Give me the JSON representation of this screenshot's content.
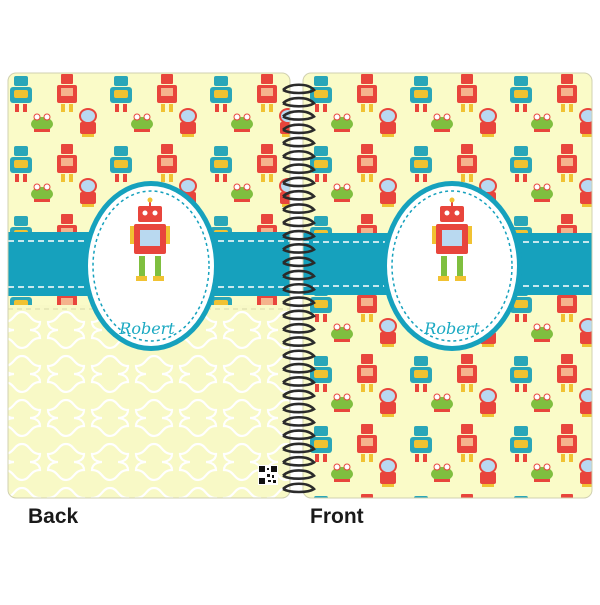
{
  "product": {
    "name_text": "Robert",
    "back_label": "Back",
    "front_label": "Front"
  },
  "colors": {
    "cover_bg": "#fafbc8",
    "band": "#16a1bd",
    "band_dash": "#ffffff",
    "circle_fill": "#ffffff",
    "circle_ring": "#16a1bd",
    "name_color": "#1aa9c2",
    "quatrefoil_bg": "#f8f9c6",
    "quatrefoil_line": "#ffffff",
    "spiral": "#2b2b2b"
  },
  "icons": {
    "back_cover_art": "robot-icon",
    "front_cover_art": "robot-icon",
    "qr": "qr-code-icon",
    "binding": "spiral-binding-icon"
  }
}
